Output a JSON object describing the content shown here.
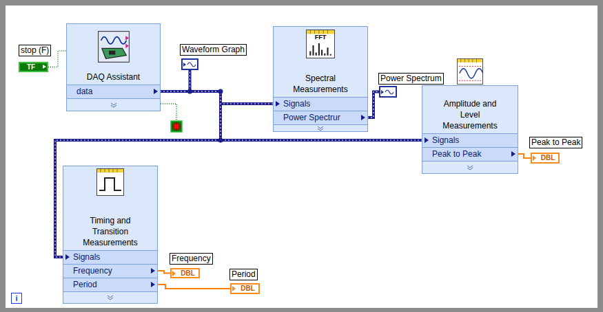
{
  "diagram": {
    "nodes": [
      {
        "text": [
          "stop (F)",
          "TF"
        ]
      },
      {
        "text": [
          "DAQ Assistant",
          "data"
        ]
      },
      {
        "text": [
          "Waveform Graph"
        ]
      },
      {
        "text": [
          "Spectral Measurements",
          "Signals",
          "Power Spectrur"
        ]
      },
      {
        "text": [
          "Power Spectrum"
        ]
      },
      {
        "text": [
          "Amplitude and Level Measurements",
          "Signals",
          "Peak to Peak"
        ]
      },
      {
        "text": [
          "Peak to Peak",
          "DBL"
        ]
      },
      {
        "text": [
          "Timing and Transition Measurements",
          "Signals",
          "Frequency",
          "Period"
        ]
      },
      {
        "text": [
          "Frequency",
          "DBL"
        ]
      },
      {
        "text": [
          "Period",
          "DBL"
        ]
      }
    ],
    "edges": [
      {
        "from": 0,
        "to": 1,
        "arrow": "none"
      },
      {
        "from": 1,
        "to": 2,
        "arrow": "none"
      },
      {
        "from": 1,
        "to": 3,
        "arrow": "none"
      },
      {
        "from": 1,
        "to": 5,
        "arrow": "none"
      },
      {
        "from": 1,
        "to": 7,
        "arrow": "none"
      },
      {
        "from": 3,
        "to": 4,
        "arrow": "none"
      },
      {
        "from": 5,
        "to": 6,
        "arrow": "none"
      },
      {
        "from": 7,
        "to": 8,
        "arrow": "none"
      },
      {
        "from": 7,
        "to": 9,
        "arrow": "none"
      }
    ],
    "labels": [
      "FFT",
      "i"
    ]
  }
}
